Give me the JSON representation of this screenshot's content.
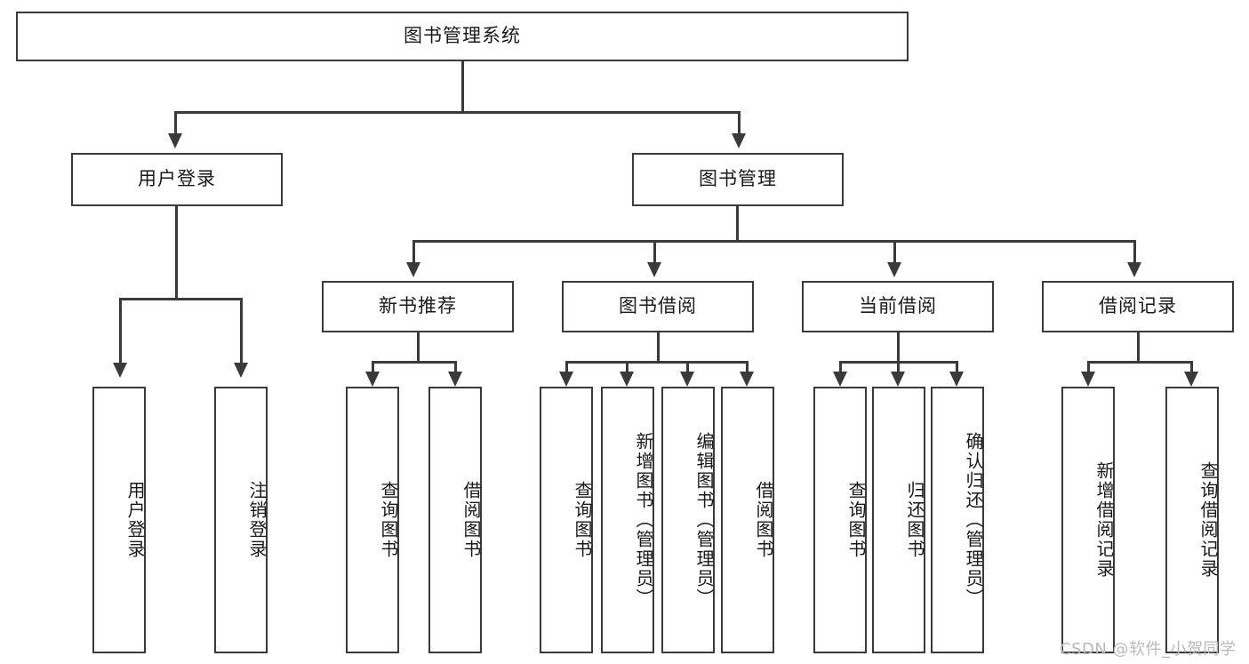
{
  "diagram": {
    "title": "图书管理系统",
    "type": "hierarchy-tree",
    "root": {
      "label": "图书管理系统"
    },
    "level1": [
      {
        "label": "用户登录"
      },
      {
        "label": "图书管理"
      }
    ],
    "level2": [
      {
        "label": "新书推荐"
      },
      {
        "label": "图书借阅"
      },
      {
        "label": "当前借阅"
      },
      {
        "label": "借阅记录"
      }
    ],
    "leaves": {
      "user_login": [
        {
          "label": "用户登录"
        },
        {
          "label": "注销登录"
        }
      ],
      "new_book_recommend": [
        {
          "label": "查询图书"
        },
        {
          "label": "借阅图书"
        }
      ],
      "book_borrow": [
        {
          "label": "查询图书"
        },
        {
          "label": "新增图书（管理员）"
        },
        {
          "label": "编辑图书（管理员）"
        },
        {
          "label": "借阅图书"
        }
      ],
      "current_borrow": [
        {
          "label": "查询图书"
        },
        {
          "label": "归还图书"
        },
        {
          "label": "确认归还（管理员）"
        }
      ],
      "borrow_record": [
        {
          "label": "新增借阅记录"
        },
        {
          "label": "查询借阅记录"
        }
      ]
    }
  },
  "watermark": {
    "text": "CSDN @软件_小贺同学"
  },
  "colors": {
    "border": "#3a3a3a",
    "fill": "#ffffff",
    "text": "#1a1a1a",
    "watermark": "#b9b9b9"
  }
}
